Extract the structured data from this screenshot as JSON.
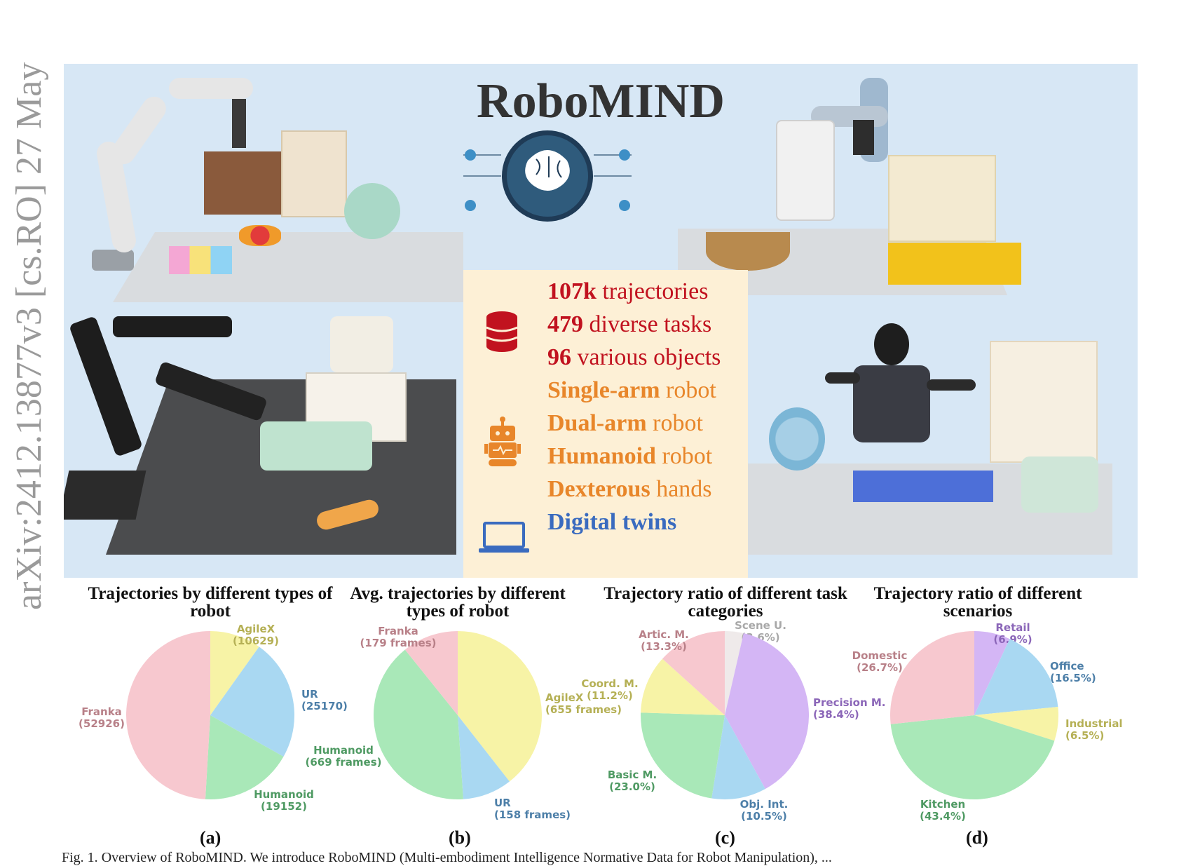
{
  "paper": {
    "top_text": "...",
    "arxiv_id": "arXiv:2412.13877v3  [cs.RO]  27 May",
    "caption_prefix": "Fig. 1.",
    "caption_text": "Overview of RoboMIND. We introduce RoboMIND (Multi-embodiment Intelligence Normative Data for Robot Manipulation), ..."
  },
  "banner": {
    "title": "RoboMIND",
    "icons": [
      "brain-circuit-icon",
      "database-icon",
      "robot-icon",
      "laptop-icon"
    ],
    "stats": [
      {
        "bold": "107k",
        "rest": " trajectories",
        "color": "#c1121f"
      },
      {
        "bold": "479",
        "rest": " diverse tasks",
        "color": "#c1121f"
      },
      {
        "bold": "96",
        "rest": " various objects",
        "color": "#c1121f"
      },
      {
        "bold": "Single-arm",
        "rest": " robot",
        "color": "#e8862a"
      },
      {
        "bold": "Dual-arm",
        "rest": " robot",
        "color": "#e8862a"
      },
      {
        "bold": "Humanoid",
        "rest": " robot",
        "color": "#e8862a"
      },
      {
        "bold": "Dexterous",
        "rest": " hands",
        "color": "#e8862a"
      },
      {
        "bold": "Digital twins",
        "rest": "",
        "color": "#3a6bbf"
      }
    ]
  },
  "chart_data": [
    {
      "type": "pie",
      "title": "Trajectories by different types of robot",
      "sublabel": "(a)",
      "slices": [
        {
          "label": "AgileX",
          "value": 10629,
          "display": "(10629)",
          "color": "#f7f3a6",
          "text_color": "#b5b055"
        },
        {
          "label": "UR",
          "value": 25170,
          "display": "(25170)",
          "color": "#a9d8f2",
          "text_color": "#4d7fa8"
        },
        {
          "label": "Humanoid",
          "value": 19152,
          "display": "(19152)",
          "color": "#a9e8b8",
          "text_color": "#4f9a63"
        },
        {
          "label": "Franka",
          "value": 52926,
          "display": "(52926)",
          "color": "#f7c8cf",
          "text_color": "#b88088"
        }
      ]
    },
    {
      "type": "pie",
      "title": "Avg. trajectories by different types of robot",
      "sublabel": "(b)",
      "slices": [
        {
          "label": "AgileX",
          "value": 655,
          "display": "(655 frames)",
          "color": "#f7f3a6",
          "text_color": "#b5b055"
        },
        {
          "label": "UR",
          "value": 158,
          "display": "(158 frames)",
          "color": "#a9d8f2",
          "text_color": "#4d7fa8"
        },
        {
          "label": "Humanoid",
          "value": 669,
          "display": "(669 frames)",
          "color": "#a9e8b8",
          "text_color": "#4f9a63"
        },
        {
          "label": "Franka",
          "value": 179,
          "display": "(179 frames)",
          "color": "#f7c8cf",
          "text_color": "#b88088"
        }
      ]
    },
    {
      "type": "pie",
      "title": "Trajectory ratio of different task categories",
      "sublabel": "(c)",
      "slices": [
        {
          "label": "Scene U.",
          "value": 3.6,
          "display": "(3.6%)",
          "color": "#efeaea",
          "text_color": "#a8a8a8"
        },
        {
          "label": "Precision M.",
          "value": 38.4,
          "display": "(38.4%)",
          "color": "#d4b6f5",
          "text_color": "#8b66b8"
        },
        {
          "label": "Obj. Int.",
          "value": 10.5,
          "display": "(10.5%)",
          "color": "#a9d8f2",
          "text_color": "#4d7fa8"
        },
        {
          "label": "Basic M.",
          "value": 23.0,
          "display": "(23.0%)",
          "color": "#a9e8b8",
          "text_color": "#4f9a63"
        },
        {
          "label": "Coord. M.",
          "value": 11.2,
          "display": "(11.2%)",
          "color": "#f7f3a6",
          "text_color": "#b5b055"
        },
        {
          "label": "Artic. M.",
          "value": 13.3,
          "display": "(13.3%)",
          "color": "#f7c8cf",
          "text_color": "#b88088"
        }
      ]
    },
    {
      "type": "pie",
      "title": "Trajectory ratio of different scenarios",
      "sublabel": "(d)",
      "slices": [
        {
          "label": "Retail",
          "value": 6.9,
          "display": "(6.9%)",
          "color": "#d4b6f5",
          "text_color": "#8b66b8"
        },
        {
          "label": "Office",
          "value": 16.5,
          "display": "(16.5%)",
          "color": "#a9d8f2",
          "text_color": "#4d7fa8"
        },
        {
          "label": "Industrial",
          "value": 6.5,
          "display": "(6.5%)",
          "color": "#f7f3a6",
          "text_color": "#b5b055"
        },
        {
          "label": "Kitchen",
          "value": 43.4,
          "display": "(43.4%)",
          "color": "#a9e8b8",
          "text_color": "#4f9a63"
        },
        {
          "label": "Domestic",
          "value": 26.7,
          "display": "(26.7%)",
          "color": "#f7c8cf",
          "text_color": "#b88088"
        }
      ]
    }
  ]
}
